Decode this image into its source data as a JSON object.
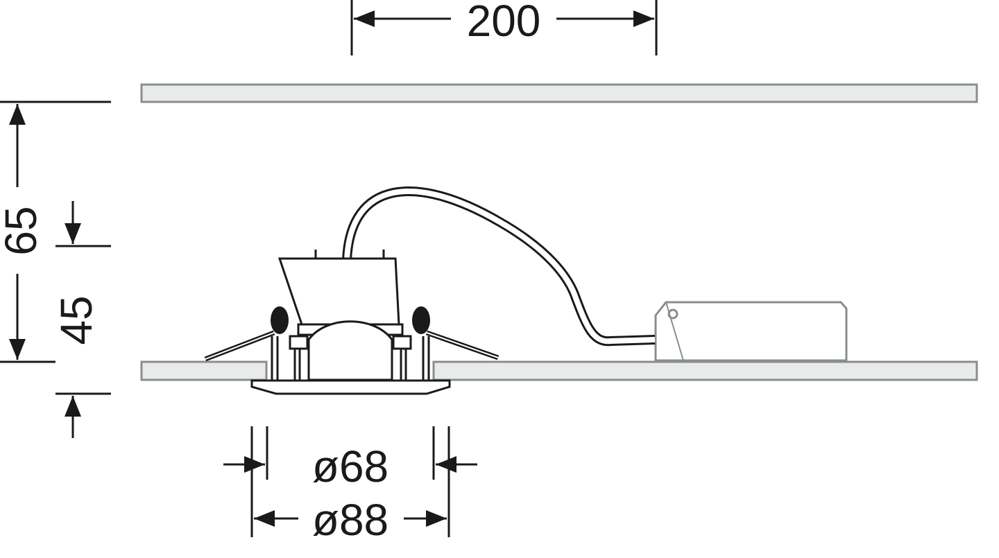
{
  "dimensions": {
    "spacing": "200",
    "total_height": "65",
    "recess_height": "45",
    "cutout_diameter": "ø68",
    "bezel_diameter": "ø88"
  },
  "colors": {
    "line": "#1a1a1a",
    "panel_fill": "#e9eaea",
    "panel_stroke": "#8a8d8e"
  }
}
